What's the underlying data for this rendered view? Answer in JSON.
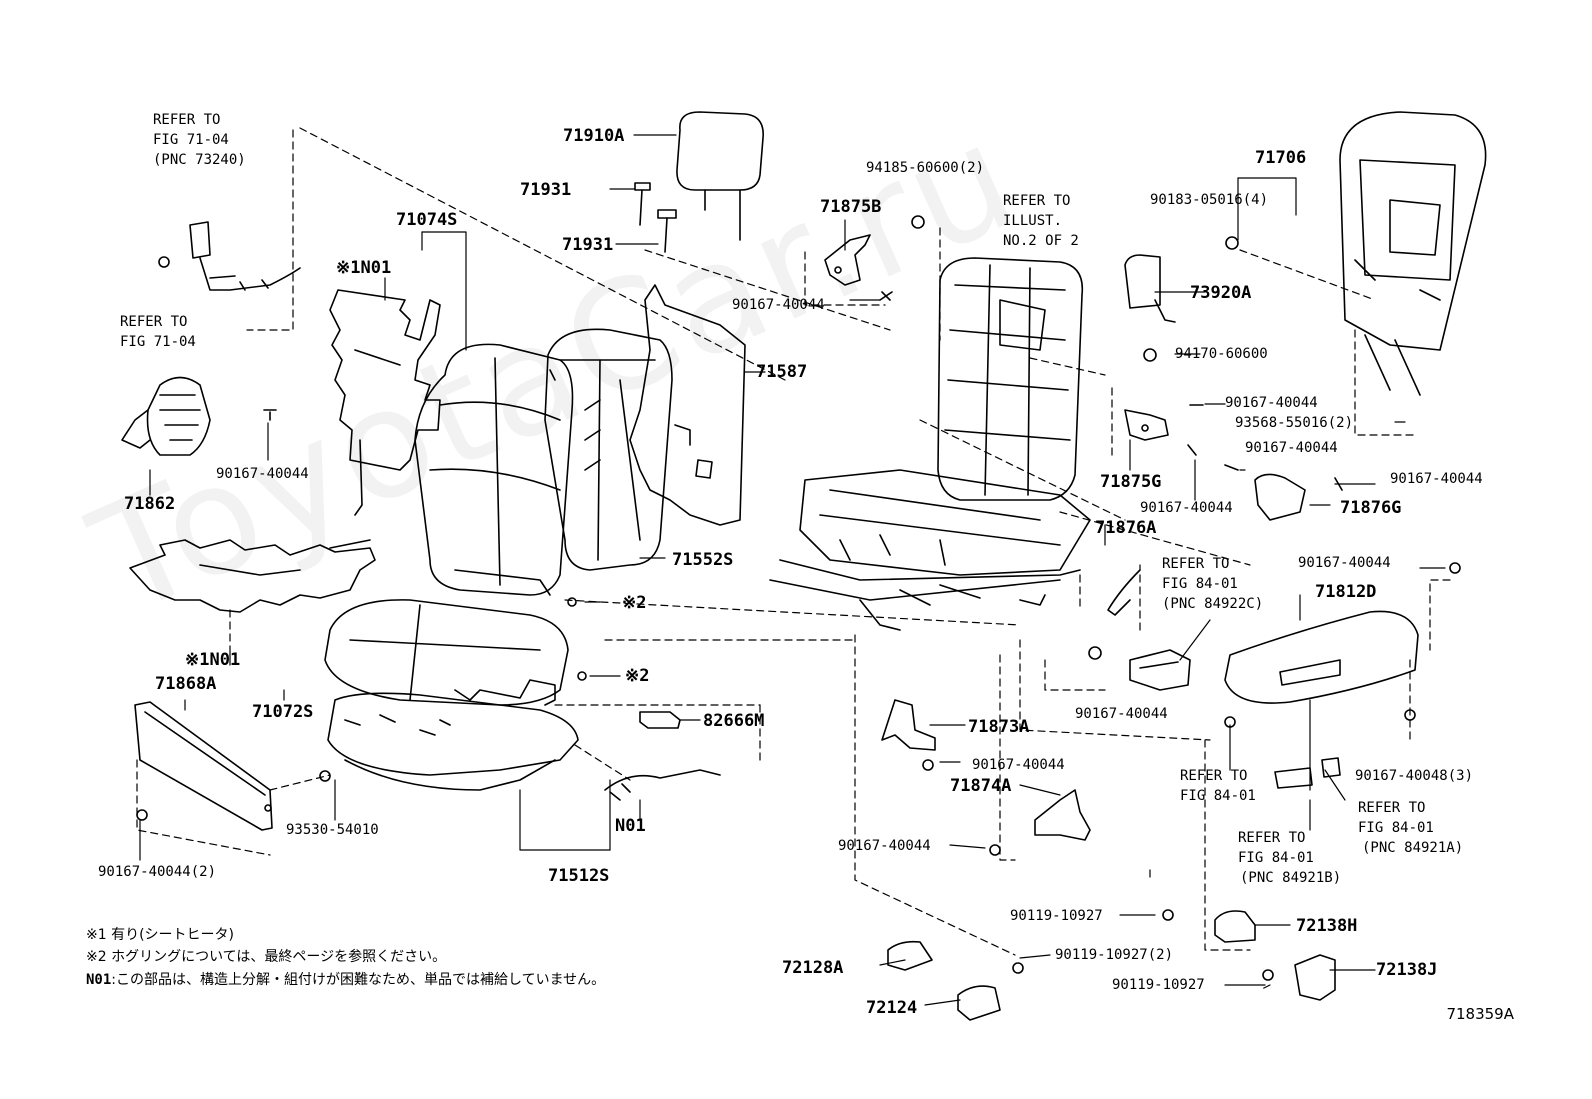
{
  "watermark": "ToyotaCar.ru",
  "figure_code": "718359A",
  "notes": [
    {
      "mark": "※1",
      "text": "有り(シートヒータ)"
    },
    {
      "mark": "※2",
      "text": "ホグリングについては、最終ページを参照ください。"
    },
    {
      "mark": "N01",
      "text": ":この部品は、構造上分解・組付けが困難なため、単品では補給していません。"
    }
  ],
  "labels": {
    "refer_fig7104_a": "REFER TO",
    "refer_fig7104_b": "FIG 71-04",
    "refer_fig7104_c": "(PNC 73240)",
    "refer_fig7104_d": "REFER TO",
    "refer_fig7104_e": "FIG 71-04",
    "p71910A": "71910A",
    "p71931a": "71931",
    "p71931b": "71931",
    "p71074S": "71074S",
    "n01_top": "※1N01",
    "p94185": "94185-60600(2)",
    "p71875B": "71875B",
    "p90167_a": "90167-40044",
    "refer_illust_a": "REFER TO",
    "refer_illust_b": "ILLUST.",
    "refer_illust_c": "NO.2 OF 2",
    "p71706": "71706",
    "p90183": "90183-05016(4)",
    "p73920A": "73920A",
    "p94170": "94170-60600",
    "p90167_b": "90167-40044",
    "p93568": "93568-55016(2)",
    "p90167_c": "90167-40044",
    "p71587": "71587",
    "p71862": "71862",
    "p90167_d": "90167-40044",
    "p71875G": "71875G",
    "p90167_e": "90167-40044",
    "p90167_f": "90167-40044",
    "p71876G": "71876G",
    "p71876A": "71876A",
    "p71552S": "71552S",
    "mark2_a": "※2",
    "refer_8401_a": "REFER TO",
    "refer_8401_b": "FIG 84-01",
    "refer_8401_c": "(PNC 84922C)",
    "p90167_g": "90167-40044",
    "p71812D": "71812D",
    "n01_mid": "※1N01",
    "p71868A": "71868A",
    "mark2_b": "※2",
    "p71072S": "71072S",
    "p82666M": "82666M",
    "p71873A": "71873A",
    "p90167_h": "90167-40044",
    "p90167_i": "90167-40044",
    "p71874A": "71874A",
    "refer_8401_d": "REFER TO",
    "refer_8401_e": "FIG 84-01",
    "p90167_48": "90167-40048(3)",
    "refer_8401_f": "REFER TO",
    "refer_8401_g": "FIG 84-01",
    "refer_8401_h": "(PNC 84921A)",
    "refer_8401_i": "REFER TO",
    "refer_8401_j": "FIG 84-01",
    "refer_8401_k": "(PNC 84921B)",
    "p93530": "93530-54010",
    "n01_low": "N01",
    "p90167_j": "90167-40044",
    "p90167_k": "90167-40044(2)",
    "p71512S": "71512S",
    "p90119_a": "90119-10927",
    "p72138H": "72138H",
    "p90119_b": "90119-10927(2)",
    "p72128A": "72128A",
    "p72138J": "72138J",
    "p90119_c": "90119-10927",
    "p72124": "72124"
  }
}
